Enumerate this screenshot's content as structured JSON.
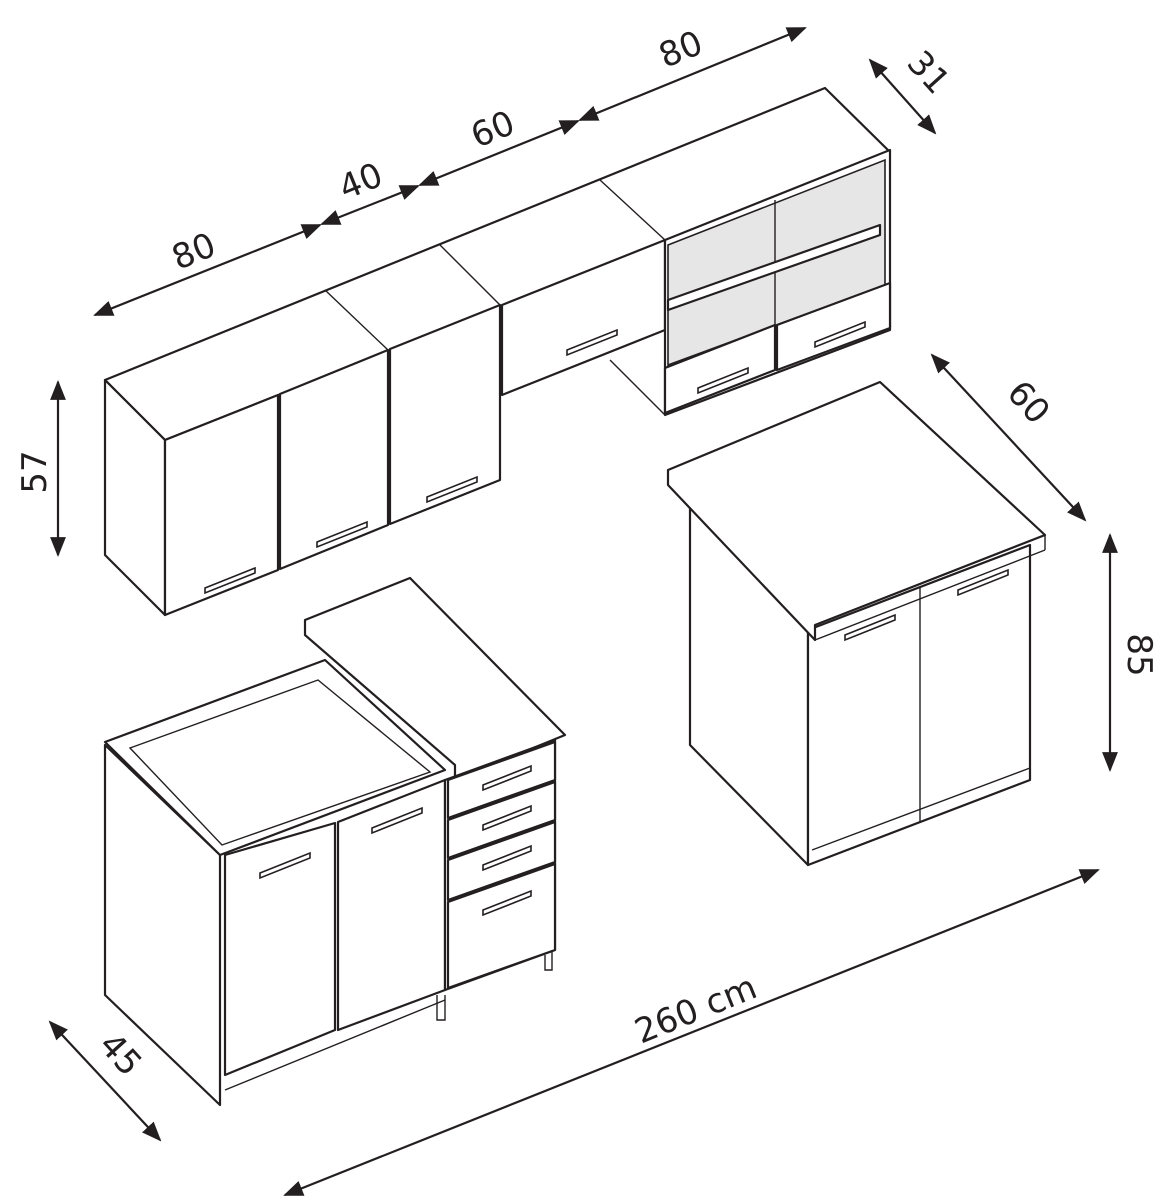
{
  "dimensions": {
    "wall_1_width": "80",
    "wall_2_width": "40",
    "wall_3_width": "60",
    "wall_4_width": "80",
    "wall_depth": "31",
    "wall_height": "57",
    "base_depth_right": "60",
    "base_height": "85",
    "base_depth_left": "45",
    "total_width": "260 cm"
  },
  "colors": {
    "line": "#231f20",
    "glass": "#e6e6e6",
    "background": "#ffffff"
  }
}
